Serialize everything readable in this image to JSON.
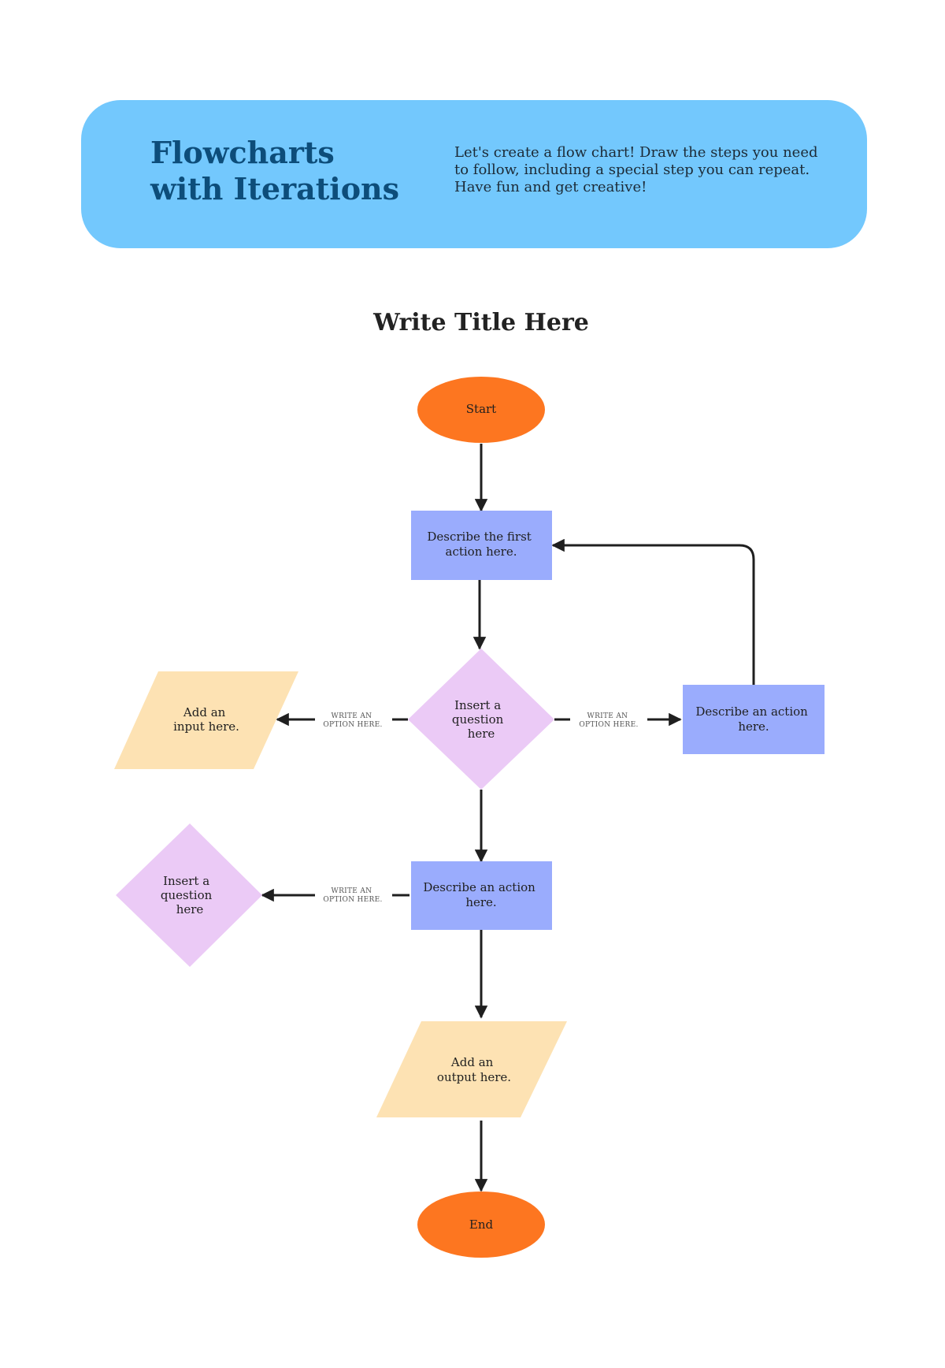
{
  "header": {
    "title": "Flowcharts with Iterations",
    "description": "Let's create a flow chart! Draw the steps you need to follow, including a special step you can repeat. Have fun and get creative!"
  },
  "diagram_title": "Write Title Here",
  "colors": {
    "banner": "#73c8fd",
    "terminal": "#fd7620",
    "process": "#9aacfd",
    "decision": "#ebcaf6",
    "io": "#fde2b3",
    "edge": "#1f1f1f"
  },
  "nodes": {
    "start": {
      "lines": [
        "Start"
      ]
    },
    "action1": {
      "lines": [
        "Describe the first",
        "action here."
      ]
    },
    "question1": {
      "lines": [
        "Insert a",
        "question",
        "here"
      ]
    },
    "input": {
      "lines": [
        "Add an",
        "input here."
      ]
    },
    "action_right": {
      "lines": [
        "Describe an action",
        "here."
      ]
    },
    "action2": {
      "lines": [
        "Describe an action",
        "here."
      ]
    },
    "question2": {
      "lines": [
        "Insert a",
        "question",
        "here"
      ]
    },
    "output": {
      "lines": [
        "Add an",
        "output here."
      ]
    },
    "end": {
      "lines": [
        "End"
      ]
    }
  },
  "edge_labels": {
    "q1_left": [
      "WRITE AN",
      "OPTION HERE."
    ],
    "q1_right": [
      "WRITE AN",
      "OPTION HERE."
    ],
    "a2_left": [
      "WRITE AN",
      "OPTION HERE."
    ]
  }
}
